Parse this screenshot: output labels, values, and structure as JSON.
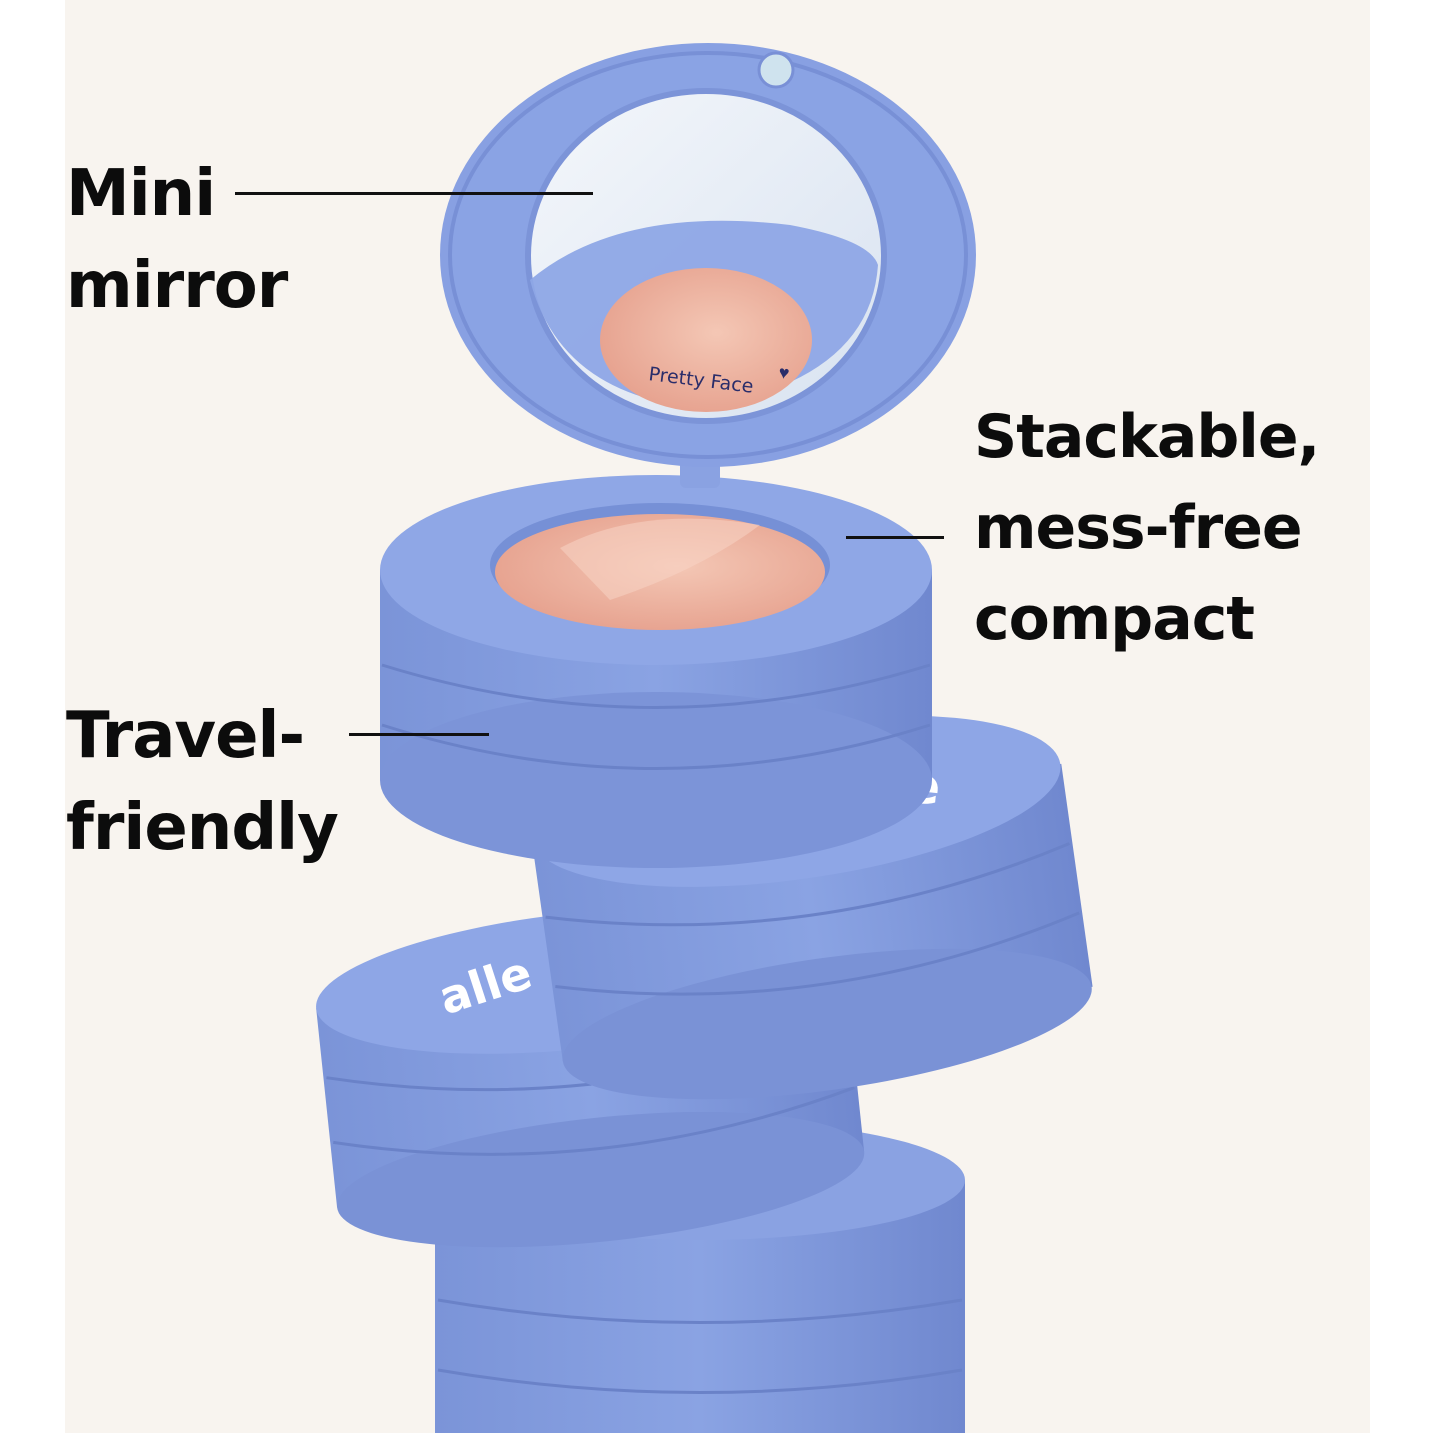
{
  "background_color": "#f8f4ef",
  "product_color": "#8099dc",
  "blush_color": "#eeb09e",
  "text_color": "#0c0c0c",
  "callouts": {
    "mini_mirror": {
      "line1": "Mini",
      "line2": "mirror"
    },
    "stackable": {
      "line1": "Stackable,",
      "line2": "mess-free",
      "line3": "compact"
    },
    "travel": {
      "line1": "Travel-",
      "line2": "friendly"
    }
  },
  "product_text": {
    "shade_name": "Pretty Face",
    "brand_left": "alle",
    "brand_right": "e"
  }
}
